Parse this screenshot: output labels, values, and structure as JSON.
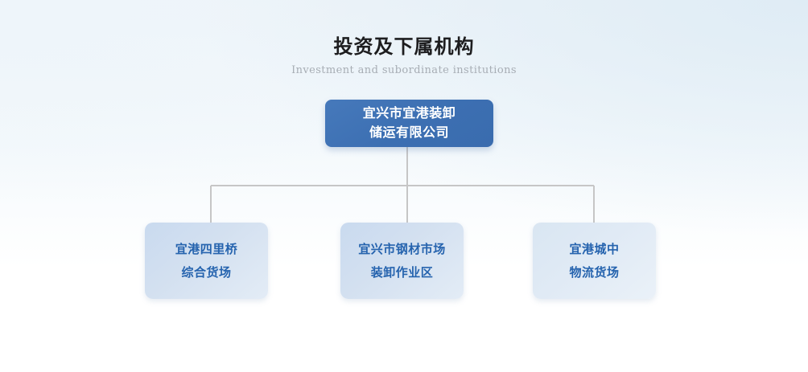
{
  "heading": {
    "title": "投资及下属机构",
    "subtitle": "Investment and subordinate institutions"
  },
  "chart_data": {
    "type": "diagram",
    "layout": "org-chart-tree",
    "levels": 2,
    "root": {
      "id": "root",
      "lines": [
        "宜兴市宜港装卸",
        "储运有限公司"
      ],
      "full_label": "宜兴市宜港装卸储运有限公司",
      "fill_color": "#3c6fb2",
      "text_color": "#ffffff"
    },
    "children": [
      {
        "id": "child-1",
        "lines": [
          "宜港四里桥",
          "综合货场"
        ],
        "full_label": "宜港四里桥综合货场",
        "fill_color": "#cfdcef",
        "text_color": "#2563ae"
      },
      {
        "id": "child-2",
        "lines": [
          "宜兴市钢材市场",
          "装卸作业区"
        ],
        "full_label": "宜兴市钢材市场装卸作业区",
        "fill_color": "#cfdcef",
        "text_color": "#2563ae"
      },
      {
        "id": "child-3",
        "lines": [
          "宜港城中",
          "物流货场"
        ],
        "full_label": "宜港城中物流货场",
        "fill_color": "#dfeaf4",
        "text_color": "#2563ae"
      }
    ],
    "connector_color": "#c6c6c6",
    "background_colors": [
      "#eef4f9",
      "#dfecf5",
      "#ffffff"
    ]
  }
}
